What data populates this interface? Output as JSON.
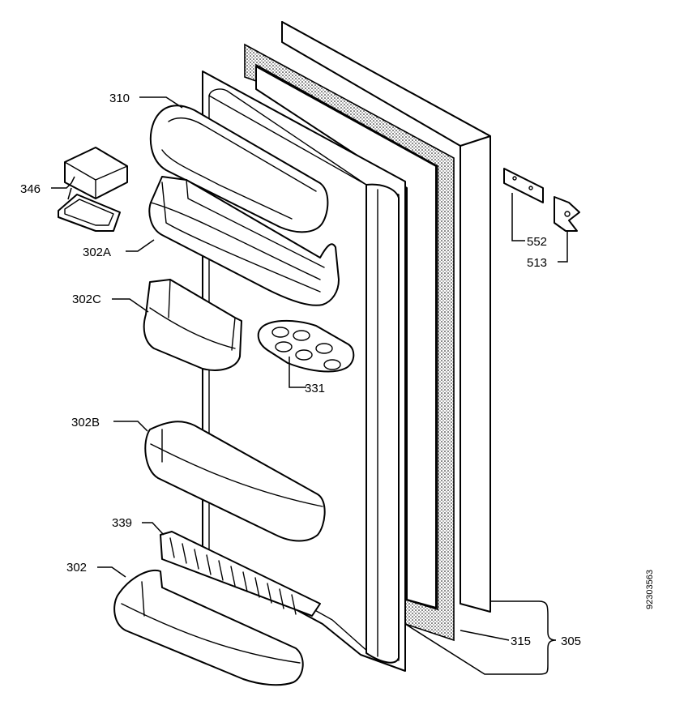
{
  "diagram": {
    "drawing_number": "92303563",
    "callouts": {
      "p310": "310",
      "p346": "346",
      "p302a": "302A",
      "p302c": "302C",
      "p331": "331",
      "p302b": "302B",
      "p339": "339",
      "p302": "302",
      "p552": "552",
      "p513": "513",
      "p315": "315",
      "p305": "305"
    }
  }
}
